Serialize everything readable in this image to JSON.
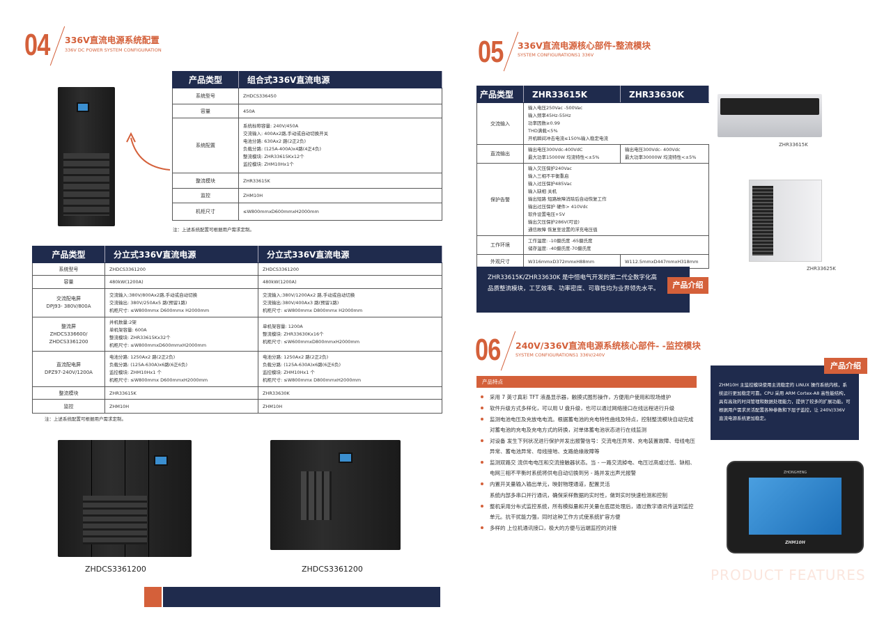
{
  "s04": {
    "num": "04",
    "title": "336V直流电源系统配置",
    "subtitle": "336V DC POWER SYSTEM CONFIGURATION"
  },
  "t1": {
    "h": [
      "产品类型",
      "组合式336V直流电源"
    ],
    "rows": [
      [
        "系统型号",
        "ZHDCS336450"
      ],
      [
        "容量",
        "450A"
      ],
      [
        "整流模块",
        "ZHR33615K"
      ],
      [
        "监控",
        "ZHM10H"
      ],
      [
        "机柜尺寸",
        "≤W800mmxD600mmxH2000mm"
      ]
    ],
    "config_label": "系统配置",
    "config": [
      "系统标称容量: 240V/450A",
      "交流输入: 400Ax2路,手动或自动切换开关",
      "电池分路: 630Ax2 路(2正2负)",
      "负载分路: (125A-400A)x4路(4正4负)",
      "整流模块: ZHR33615Kx12个",
      "监控模块: ZHM10Hx1个"
    ],
    "note": "注：上述系统配置可根据用户需求定制。"
  },
  "t2": {
    "h": [
      "产品类型",
      "分立式336V直流电源",
      "分立式336V直流电源"
    ],
    "r1": [
      "系统型号",
      "ZHDCS3361200",
      "ZHDCS3361200"
    ],
    "r2": [
      "容量",
      "480kW(1200A)",
      "480kW(1200A)"
    ],
    "r3": {
      "l": [
        "交流配电屏",
        "DPJ93- 380V/800A"
      ],
      "a": [
        "交流输入:380V/800Ax2路,手动或自动切换",
        "交流输出: 380V/250Ax5 路(预留1路)",
        "机柜尺寸: ≤W800mmx D600mmx H2000mm"
      ],
      "b": [
        "交流输入:380V/1200Ax2 路,手动或自动切换",
        "交流输出:380V/400Ax3 路(预留1路)",
        "机柜尺寸: ≤W800mmx D800mmx H2000mm"
      ]
    },
    "r4": {
      "l": [
        "整流屏",
        "ZHDCS336600/",
        "ZHDCS3361200"
      ],
      "a": [
        "并机数量:2架",
        "单机架容量: 600A",
        "整流模块: ZHR33615Kx32个",
        "机柜尺寸: ≤W800mmxD600mmxH2000mm"
      ],
      "b": [
        "单机架容量: 1200A",
        "整流模块: ZHR33630Kx16个",
        "机柜尺寸: ≤W600mmxD800mmxH2000mm"
      ]
    },
    "r5": {
      "l": [
        "直流配电屏",
        "DPZ97-240V/1200A"
      ],
      "a": [
        "电池分路: 1250Ax2 路(2正2负)",
        "负载分路: (125A-630A)x6路(6正6负)",
        "监控模块: ZHM10Hx1 个",
        "机柜尺寸: ≤W800mmx D600mmxH2000mm"
      ],
      "b": [
        "电池分路: 1250Ax2 路(2正2负)",
        "负载分路: (125A-630A)x6路(6正6负)",
        "监控模块: ZHM10Hx1 个",
        "机柜尺寸: ≤W800mmx D800mmxH2000mm"
      ]
    },
    "r6": [
      "整流模块",
      "ZHR33615K",
      "ZHR33630K"
    ],
    "r7": [
      "监控",
      "ZHM10H",
      "ZHM10H"
    ],
    "note": "注：上述系统配置可根据用户需求定制。"
  },
  "captions": [
    "ZHDCS3361200",
    "ZHDCS3361200"
  ],
  "s05": {
    "num": "05",
    "title": "336V直流电源核心部件-整流模块",
    "subtitle": "SYSTEM CONFIGURATIONS1 336V"
  },
  "t3": {
    "h": [
      "产品类型",
      "ZHR33615K",
      "ZHR33630K"
    ],
    "ac": {
      "l": "交流输入",
      "v": [
        "输入电压250Vac -500Vac",
        "输入频率45Hz-55Hz",
        "功率因数≥0.99",
        "THD满载<5%",
        "开机瞬间冲击电流≤150%输入稳定电流"
      ]
    },
    "dc": {
      "l": "直流输出",
      "a": [
        "输出电压300Vdc-400VdC",
        "最大功率15000W  均流特性<±5%"
      ],
      "b": [
        "输出电压300Vdc- 400Vdc",
        "最大功率30000W  均流特性<±5%"
      ]
    },
    "prot": {
      "l": "保护告警",
      "v": [
        "输入欠压保护240Vac",
        "输入三相不平衡重启",
        "输入过压保护485Vac",
        "输入缺相  关机",
        "输出短路  短路故障消除后自动恢复工作",
        "输出过压保护  硬件> 410Vdc",
        "软件设置电压+5V",
        "输出欠压保护286V(可设)",
        "通信故障  恢复至设置的浮充电压值"
      ]
    },
    "env": {
      "l": "工作环境",
      "v": [
        "工作温度: -10摄氏度 -65摄氏度",
        "储存温度: -40摄氏度-70摄氏度"
      ]
    },
    "size": {
      "l": "外观尺寸",
      "a": "W316mmxD372mmxH88mm",
      "b": "W112.5mmxD447mmxH318mm"
    }
  },
  "img_labels": [
    "ZHR33615K",
    "ZHR33625K"
  ],
  "intro1": {
    "text": "ZHR33615K/ZHR33630K 是中恒电气开发的第二代全数字化高品质整流模块，工艺效率、功率密度、可靠性均为业界领先水平。",
    "tag": "产品介绍"
  },
  "s06": {
    "num": "06",
    "title": "240V/336V直流电源系统核心部件- -监控模块",
    "subtitle": "SYSTEM CONFIGURATIONS1 336V/240V"
  },
  "features": {
    "title": "产品特点",
    "items": [
      "采用 7 英寸真彩 TFT 液晶显示器，触摸式图形操作，方便用户使用和现场维护",
      "软件升级方式多样化，可以用 U 盘升级，也可以通过网络接口在线远程进行升级",
      "监测电池电压及充放电电流。根据蓄电池的充电特性曲线及特点，控制整流模块自动完成对蓄电池的充电及充电方式的转换，对单体蓄电池状态进行在线监测",
      "对设备 发生下列状况进行保护并发出报警信号：交流电压异常、充电装置故障、母线电压异常、蓄电池异常、母线接地、支路绝缘故障等",
      "监测双路交 流供电电压和交流接触器状态。当 - 一路交流掉电、电压过高或过低、缺相、电网三相不平衡时系统将供电自动切换到另 - 路并发出声光报警",
      "内置开关量输入输出单元，映射物理通道，配置灵活"
    ],
    "cont": "系统内部多串口并行通讯，确保采样数据的实时性，做到实时快速检测和控制",
    "items2": [
      "整机采用分布式监控系统，所有模拟量和开关量在底层处理后，通过数字通讯传送到监控单元。抗干扰能力强，同时这种工作方式使系统扩容方便",
      "多样的 上位机通讯接口，极大的方便与远端监控的对接"
    ]
  },
  "intro2": {
    "tag": "产品介绍",
    "text": "ZHM10H 主监控模块使用主流稳定的 LINUX 操作系统内核，系统运行更加稳定可靠。CPU 采用 ARM Cortex-A8 高性能结构，具有高效的时间管理和数据处理能力，提供了较多的扩展功能。可根据用户需求灵活配置各种参数和下层子监控，让 240V/336V 直流电源系统更加稳定。"
  },
  "device": {
    "brand": "ZHONGHENG",
    "model": "ZHM10H"
  },
  "watermark": "PRODUCT FEATURES",
  "colors": {
    "accent": "#d4603a",
    "navy": "#1f2b4d"
  }
}
